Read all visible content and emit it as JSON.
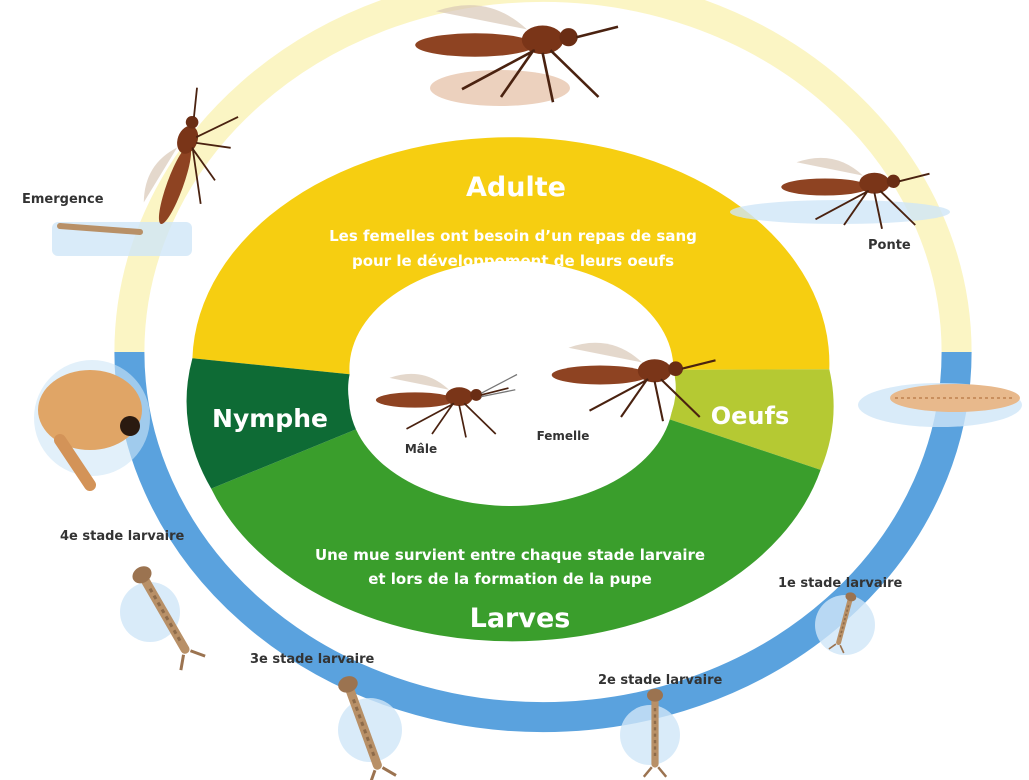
{
  "colors": {
    "outer_ring_light": "#FBF5C4",
    "outer_ring_blue": "#5AA2DE",
    "adulte": "#F6CE11",
    "oeufs": "#B5C933",
    "larves": "#3A9E2C",
    "nymphe": "#0E6B35",
    "mosquito_body": "#8E4322",
    "water": "#CFE6F7"
  },
  "sectors": {
    "adulte": {
      "title": "Adulte",
      "text_line1": "Les femelles ont besoin d’un repas de sang",
      "text_line2": "pour le développement de leurs oeufs"
    },
    "oeufs": {
      "title": "Oeufs"
    },
    "larves": {
      "title": "Larves",
      "text_line1": "Une mue survient entre chaque stade larvaire",
      "text_line2": "et lors de la  formation de la pupe"
    },
    "nymphe": {
      "title": "Nymphe"
    }
  },
  "center": {
    "male_label": "Mâle",
    "female_label": "Femelle"
  },
  "stages": {
    "emergence": "Emergence",
    "ponte": "Ponte",
    "stade1": "1e stade larvaire",
    "stade2": "2e stade larvaire",
    "stade3": "3e stade larvaire",
    "stade4": "4e stade larvaire"
  },
  "icons": {
    "adult_top": "mosquito-icon",
    "emergence": "emerging-mosquito-icon",
    "ponte": "egg-laying-mosquito-icon",
    "egg_raft": "egg-raft-icon",
    "pupa": "pupa-icon",
    "larva": "larva-icon"
  }
}
